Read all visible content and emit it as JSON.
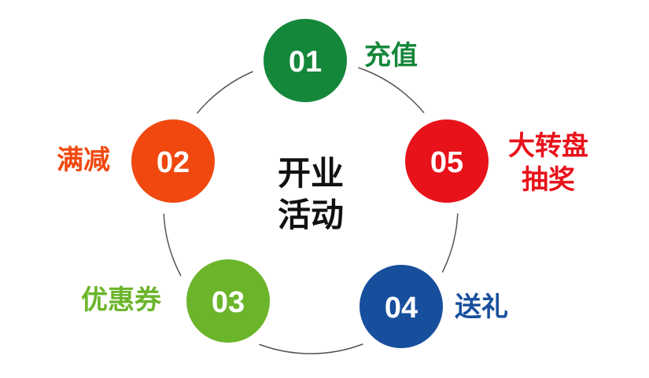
{
  "title_lines": [
    "开业",
    "活动"
  ],
  "steps": [
    {
      "num": "01",
      "label_lines": [
        "充值"
      ],
      "color": "#14873a"
    },
    {
      "num": "02",
      "label_lines": [
        "满减"
      ],
      "color": "#f0480f"
    },
    {
      "num": "03",
      "label_lines": [
        "优惠券"
      ],
      "color": "#6cb52b"
    },
    {
      "num": "04",
      "label_lines": [
        "送礼"
      ],
      "color": "#184f9d"
    },
    {
      "num": "05",
      "label_lines": [
        "大转盘",
        "抽奖"
      ],
      "color": "#e8121b"
    }
  ]
}
